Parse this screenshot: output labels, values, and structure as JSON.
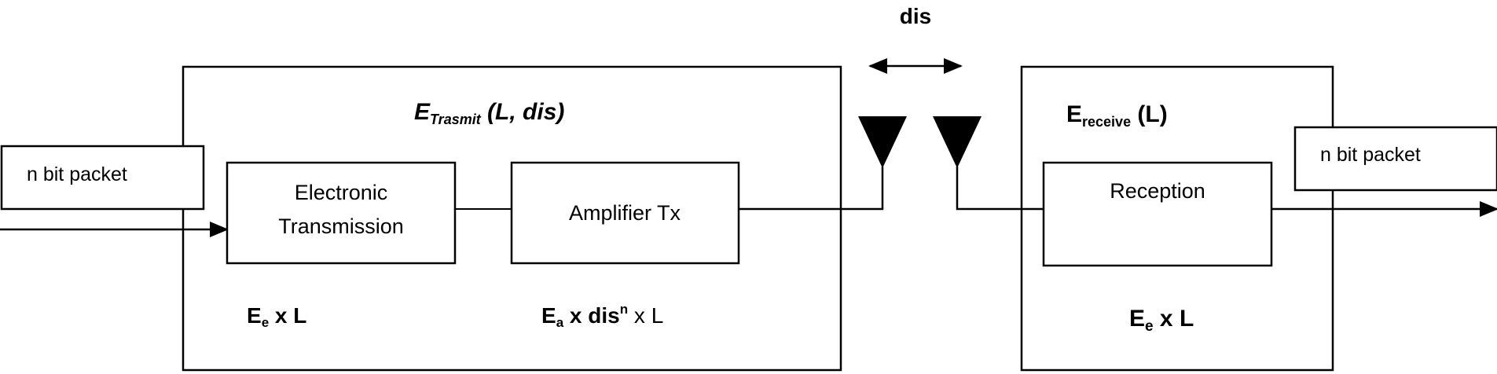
{
  "distance_label": "dis",
  "input_packet": {
    "label": "n bit packet"
  },
  "output_packet": {
    "label": "n bit packet"
  },
  "transmitter": {
    "title_main": "E",
    "title_sub": "Trasmit",
    "title_args": " (L, dis)",
    "electronic_block": {
      "line1": "Electronic",
      "line2": "Transmission"
    },
    "amplifier_block": {
      "label": "Amplifier Tx"
    },
    "electronic_energy": {
      "main": "E",
      "sub": "e",
      "rest": " x L"
    },
    "amplifier_energy": {
      "main": "E",
      "sub": "a",
      "mid": " x dis",
      "sup": "n",
      "rest": " x L"
    }
  },
  "receiver": {
    "title_main": "E",
    "title_sub": "receive",
    "title_args": " (L)",
    "reception_block": {
      "label": "Reception"
    },
    "energy": {
      "main": "E",
      "sub": "e",
      "rest": " x L"
    }
  }
}
